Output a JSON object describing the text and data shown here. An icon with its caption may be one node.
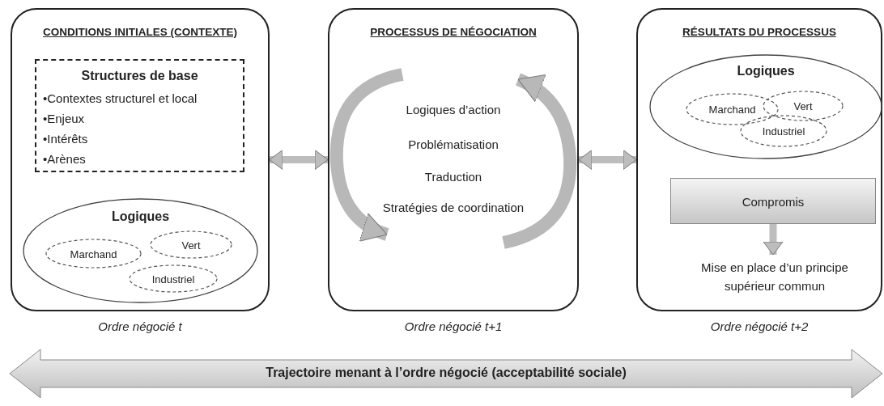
{
  "diagram": {
    "nodes": [
      {
        "text": [
          "CONDITIONS INITIALES (CONTEXTE)"
        ],
        "beside": [
          "Ordre négocié t"
        ]
      },
      {
        "text": [
          "Structures de base",
          "•Contextes structurel et local",
          "•Enjeux",
          "•Intérêts",
          "•Arènes"
        ],
        "in": 0
      },
      {
        "text": [
          "Logiques"
        ],
        "in": 0
      },
      {
        "text": [
          "Marchand"
        ],
        "in": 2
      },
      {
        "text": [
          "Vert"
        ],
        "in": 2
      },
      {
        "text": [
          "Industriel"
        ],
        "in": 2
      },
      {
        "text": [
          "PROCESSUS DE NÉGOCIATION",
          "Logiques d’action",
          "Problématisation",
          "Traduction",
          "Stratégies de coordination"
        ],
        "beside": [
          "Ordre négocié t+1"
        ]
      },
      {
        "text": [
          "RÉSULTATS DU PROCESSUS"
        ],
        "beside": [
          "Ordre négocié t+2"
        ]
      },
      {
        "text": [
          "Logiques"
        ],
        "in": 7
      },
      {
        "text": [
          "Marchand"
        ],
        "in": 8
      },
      {
        "text": [
          "Vert"
        ],
        "in": 8
      },
      {
        "text": [
          "Industriel"
        ],
        "in": 8
      },
      {
        "text": [
          "Compromis"
        ],
        "in": 7
      },
      {
        "text": [
          "Mise en place d’un principe supérieur commun"
        ],
        "in": 7
      }
    ],
    "edges": [
      {
        "from": 0,
        "to": 6,
        "arrow": "both"
      },
      {
        "from": 6,
        "to": 7,
        "arrow": "both"
      },
      {
        "from": 12,
        "to": 13,
        "arrow": "to"
      }
    ],
    "labels": [
      "Trajectoire menant à l’ordre négocié (acceptabilité sociale)"
    ]
  }
}
